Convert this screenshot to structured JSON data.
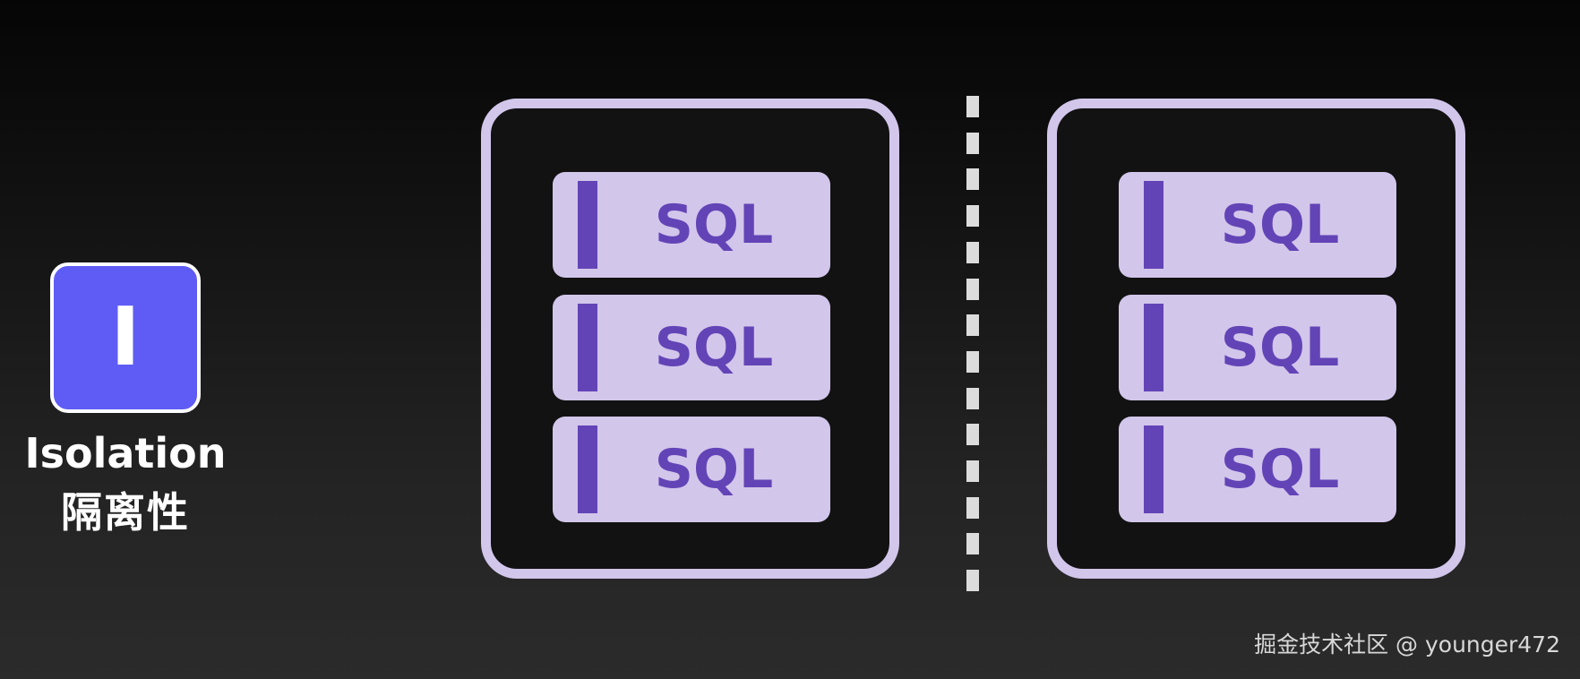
{
  "badge": {
    "letter": "I",
    "title": "Isolation",
    "subtitle": "隔离性",
    "color": "#5f5cf5"
  },
  "transactions": [
    {
      "blocks": [
        "SQL",
        "SQL",
        "SQL"
      ]
    },
    {
      "blocks": [
        "SQL",
        "SQL",
        "SQL"
      ]
    }
  ],
  "colors": {
    "box_border": "#d2c6eb",
    "block_fill": "#d2c6eb",
    "block_accent": "#6344b6",
    "divider": "#dcdcdc"
  },
  "watermark": "掘金技术社区 @ younger472"
}
